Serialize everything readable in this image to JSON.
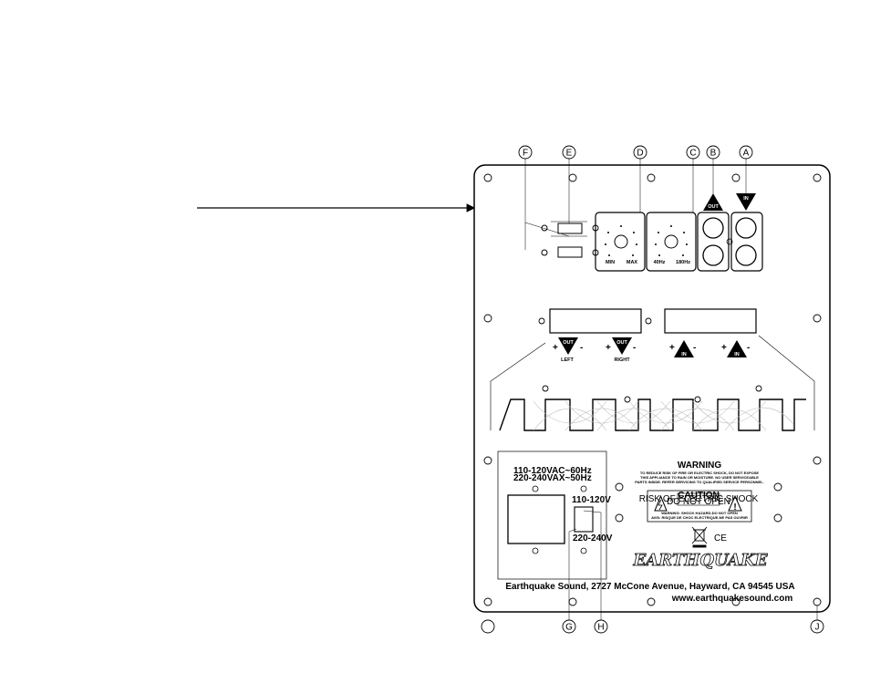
{
  "callouts": [
    "A",
    "B",
    "C",
    "D",
    "E",
    "F",
    "G",
    "H",
    "J"
  ],
  "volume_knob": {
    "min": "MIN",
    "max": "MAX"
  },
  "crossover_knob": {
    "low": "40Hz",
    "high": "180Hz"
  },
  "line_triangles": {
    "out": "OUT",
    "in": "IN"
  },
  "speaker_out": {
    "left": "LEFT",
    "right": "RIGHT",
    "label": "OUT"
  },
  "speaker_in": {
    "label": "IN"
  },
  "polarity": {
    "plus": "+",
    "minus": "-"
  },
  "power": {
    "rating_line1": "110-120VAC~60Hz",
    "rating_line2": "220-240VAX~50Hz",
    "switch_top": "110-120V",
    "switch_bottom": "220-240V"
  },
  "warning": {
    "title": "WARNING",
    "line1": "TO REDUCE RISK OF FIRE OR ELECTRIC SHOCK, DO NOT EXPOSE",
    "line2": "THIS APPLIANCE TO RAIN OR MOISTURE. NO USER SERVICEABLE",
    "line3": "PARTS INSIDE. REFER SERVICING TO QUALIFIED SERVICE PERSONNEL."
  },
  "caution": {
    "title": "CAUTION",
    "sub1": "RISK OF ELECTRIC SHOCK",
    "sub2": "DO NOT OPEN",
    "line1": "WARNING: SHOCK HAZARD-DO NOT OPEN",
    "line2": "AVIS: RISQUE DE CHOC ELECTRIQUE-NE PAS OUVRIR"
  },
  "ce_mark": "CE",
  "brand_logo": "EARTHQUAKE",
  "address": "Earthquake Sound, 2727 McCone Avenue, Hayward, CA 94545 USA",
  "website": "www.earthquakesound.com"
}
